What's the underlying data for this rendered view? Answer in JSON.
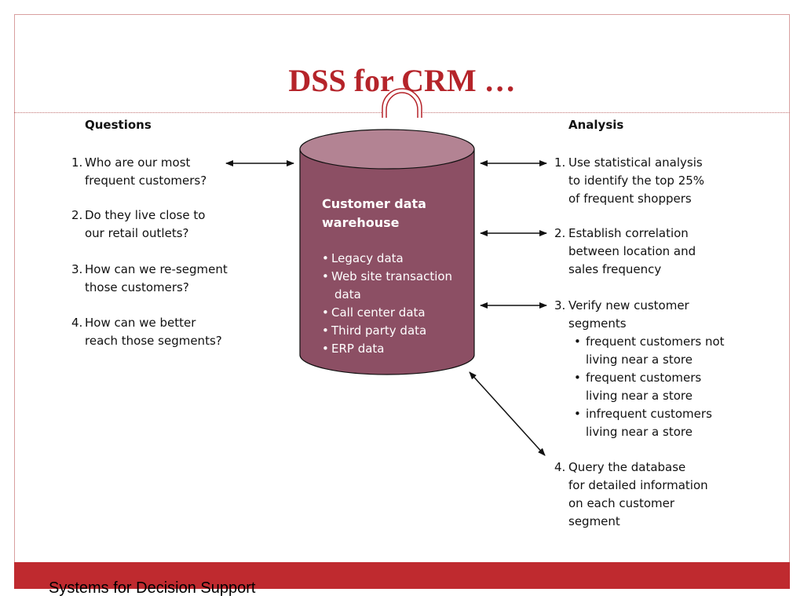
{
  "slide": {
    "title": "DSS for CRM …",
    "footer": "Systems for Decision Support"
  },
  "colors": {
    "accent": "#bf2a2f",
    "cylinder_body": "#8c4f64",
    "cylinder_top": "#b38393"
  },
  "questions": {
    "heading": "Questions",
    "items": [
      {
        "num": "1.",
        "lines": [
          "Who are our most",
          "frequent customers?"
        ]
      },
      {
        "num": "2.",
        "lines": [
          "Do they live close to",
          "our retail outlets?"
        ]
      },
      {
        "num": "3.",
        "lines": [
          "How can we re-segment",
          "those customers?"
        ]
      },
      {
        "num": "4.",
        "lines": [
          "How can we better",
          "reach those segments?"
        ]
      }
    ]
  },
  "warehouse": {
    "title_lines": [
      "Customer data",
      "warehouse"
    ],
    "items": [
      {
        "bullet": "•",
        "text": "Legacy data"
      },
      {
        "bullet": "•",
        "text": "Web site transaction"
      },
      {
        "bullet": "",
        "text": "data"
      },
      {
        "bullet": "•",
        "text": "Call center data"
      },
      {
        "bullet": "•",
        "text": "Third party data"
      },
      {
        "bullet": "•",
        "text": "ERP data"
      }
    ]
  },
  "analysis": {
    "heading": "Analysis",
    "items": [
      {
        "num": "1.",
        "lines": [
          "Use statistical analysis",
          "to identify the top 25%",
          "of frequent shoppers"
        ]
      },
      {
        "num": "2.",
        "lines": [
          "Establish correlation",
          "between location and",
          "sales frequency"
        ]
      },
      {
        "num": "3.",
        "lines": [
          "Verify new customer",
          "segments"
        ],
        "sub": [
          {
            "bullet": "•",
            "text": "frequent customers not"
          },
          {
            "bullet": "",
            "text": "living near a store"
          },
          {
            "bullet": "•",
            "text": "frequent customers"
          },
          {
            "bullet": "",
            "text": "living near a store"
          },
          {
            "bullet": "•",
            "text": "infrequent customers"
          },
          {
            "bullet": "",
            "text": "living near a store"
          }
        ]
      },
      {
        "num": "4.",
        "lines": [
          "Query the database",
          "for detailed information",
          "on each customer",
          "segment"
        ]
      }
    ]
  }
}
